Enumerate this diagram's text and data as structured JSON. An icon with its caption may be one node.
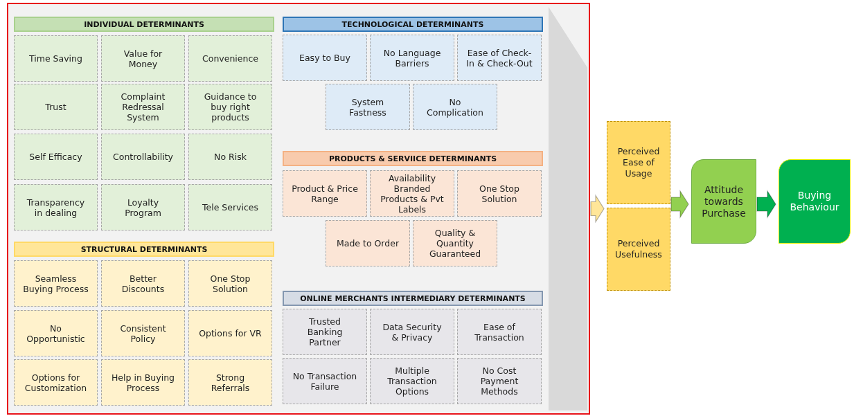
{
  "diagram": {
    "nodes": [
      {
        "text": [],
        "shape": "box"
      },
      {
        "text": [
          "INDIVIDUAL DETERMINANTS"
        ],
        "in": 0
      },
      {
        "text": [
          "Time Saving"
        ],
        "in": 0
      },
      {
        "text": [
          "Value for Money"
        ],
        "in": 0
      },
      {
        "text": [
          "Convenience"
        ],
        "in": 0
      },
      {
        "text": [
          "Trust"
        ],
        "in": 0
      },
      {
        "text": [
          "Complaint Redressal System"
        ],
        "in": 0
      },
      {
        "text": [
          "Guidance to buy right products"
        ],
        "in": 0
      },
      {
        "text": [
          "Self Efficacy"
        ],
        "in": 0
      },
      {
        "text": [
          "Controllability"
        ],
        "in": 0
      },
      {
        "text": [
          "No Risk"
        ],
        "in": 0
      },
      {
        "text": [
          "Transparency in dealing"
        ],
        "in": 0
      },
      {
        "text": [
          "Loyalty Program"
        ],
        "in": 0
      },
      {
        "text": [
          "Tele Services"
        ],
        "in": 0
      },
      {
        "text": [
          "STRUCTURAL DETERMINANTS"
        ],
        "in": 0
      },
      {
        "text": [
          "Seamless Buying Process"
        ],
        "in": 0
      },
      {
        "text": [
          "Better Discounts"
        ],
        "in": 0
      },
      {
        "text": [
          "One Stop Solution"
        ],
        "in": 0
      },
      {
        "text": [
          "No Opportunistic"
        ],
        "in": 0
      },
      {
        "text": [
          "Consistent Policy"
        ],
        "in": 0
      },
      {
        "text": [
          "Options for VR"
        ],
        "in": 0
      },
      {
        "text": [
          "Options for Customization"
        ],
        "in": 0
      },
      {
        "text": [
          "Help in Buying Process"
        ],
        "in": 0
      },
      {
        "text": [
          "Strong Referrals"
        ],
        "in": 0
      },
      {
        "text": [
          "TECHNOLOGICAL DETERMINANTS"
        ],
        "in": 0
      },
      {
        "text": [
          "Easy to Buy"
        ],
        "in": 0
      },
      {
        "text": [
          "No Language Barriers"
        ],
        "in": 0
      },
      {
        "text": [
          "Ease of Check-In & Check-Out"
        ],
        "in": 0
      },
      {
        "text": [
          "System Fastness"
        ],
        "in": 0
      },
      {
        "text": [
          "No Complication"
        ],
        "in": 0
      },
      {
        "text": [
          "PRODUCTS & SERVIICE DETERMINANTS"
        ],
        "in": 0
      },
      {
        "text": [
          "Product & Price Range"
        ],
        "in": 0
      },
      {
        "text": [
          "Availability Branded Products & Pvt Labels"
        ],
        "in": 0
      },
      {
        "text": [
          "One Stop Solution"
        ],
        "in": 0
      },
      {
        "text": [
          "Made to Order"
        ],
        "in": 0
      },
      {
        "text": [
          "Quality & Quantity Guaranteed"
        ],
        "in": 0
      },
      {
        "text": [
          "ONLINE MERCHANTS INTERMEDIARY DETERMINANTS"
        ],
        "in": 0
      },
      {
        "text": [
          "Trusted Banking Partner"
        ],
        "in": 0
      },
      {
        "text": [
          "Data Security & Privacy"
        ],
        "in": 0
      },
      {
        "text": [
          "Ease of Transaction"
        ],
        "in": 0
      },
      {
        "text": [
          "No Transaction Failure"
        ],
        "in": 0
      },
      {
        "text": [
          "Multiple Transaction Options"
        ],
        "in": 0
      },
      {
        "text": [
          "No Cost Payment Methods"
        ],
        "in": 0
      },
      {
        "text": [
          "Perceived Ease of Usage"
        ]
      },
      {
        "text": [
          "Perceived Usefulness"
        ]
      },
      {
        "text": [
          "Attitude towards Purchase"
        ]
      },
      {
        "text": [
          "Buying Behaviour"
        ]
      }
    ],
    "edges": [
      {
        "from": 0,
        "to": 43,
        "arrow": "to",
        "color": "#ffe699"
      },
      {
        "from": 0,
        "to": 44,
        "arrow": "to",
        "color": "#ffe699"
      },
      {
        "from": 43,
        "to": 45,
        "arrow": "to",
        "color": "#92d050"
      },
      {
        "from": 44,
        "to": 45,
        "arrow": "to",
        "color": "#92d050"
      },
      {
        "from": 45,
        "to": 46,
        "arrow": "to",
        "color": "#00b050"
      }
    ]
  }
}
